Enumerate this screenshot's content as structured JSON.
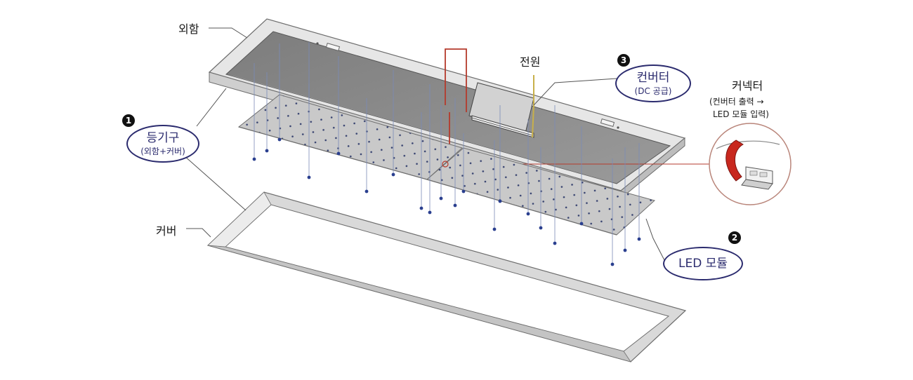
{
  "labels": {
    "housing": "외함",
    "cover": "커버",
    "power": "전원",
    "connector_title": "커넥터",
    "connector_desc_line1": "(컨버터 출력 →",
    "connector_desc_line2": "LED 모듈 입력)"
  },
  "callouts": {
    "fixture": {
      "number": "1",
      "title": "등기구",
      "subtitle": "(외함+커버)"
    },
    "led_module": {
      "number": "2",
      "title": "LED 모듈"
    },
    "converter": {
      "number": "3",
      "title": "컨버터",
      "subtitle": "(DC 공급)"
    }
  },
  "colors": {
    "housing_top": "#e4e4e4",
    "housing_inner": "#8a8a8a",
    "led_board": "#c9c9c9",
    "led_dot": "#1f2f7a",
    "callout_border": "#2b2b6e",
    "wire_red": "#b53a2c",
    "connector_red": "#c8281e",
    "power_wire": "#c8b04a"
  }
}
